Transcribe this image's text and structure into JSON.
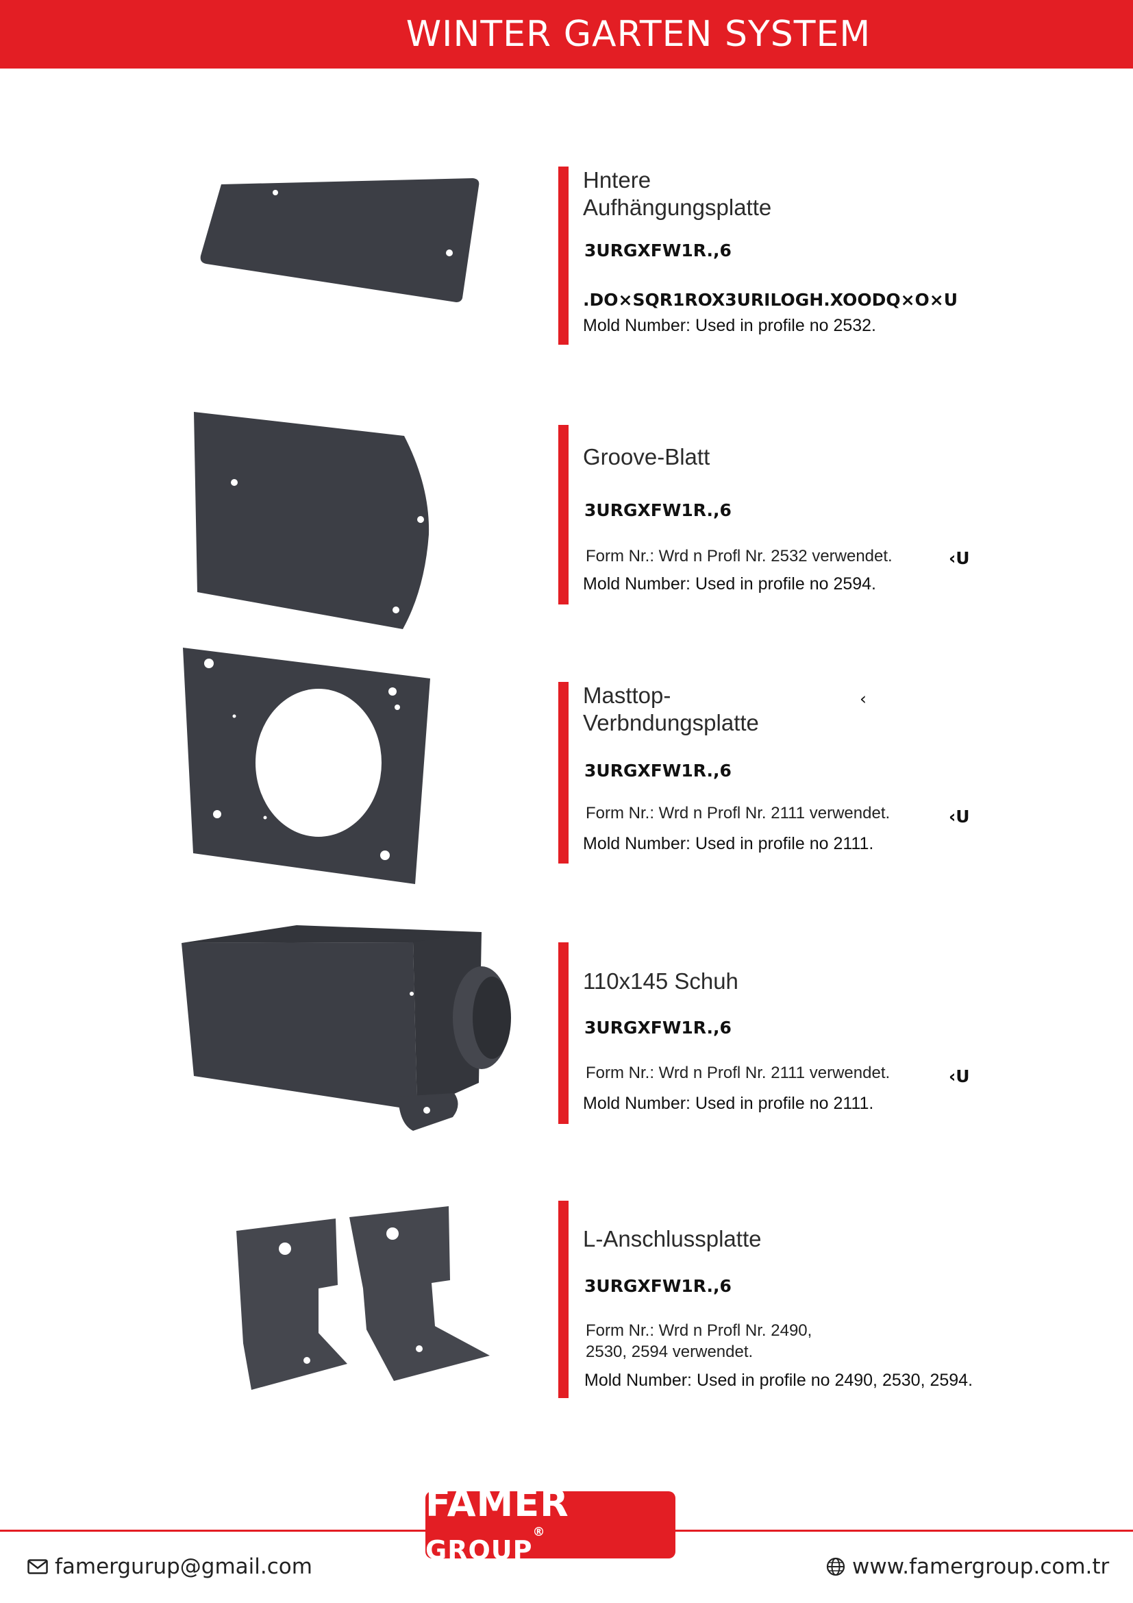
{
  "header": {
    "title": "WINTER GARTEN SYSTEM",
    "color": "#e31e24"
  },
  "products": [
    {
      "name_line1": "Hntere",
      "name_line2": "Aufhängungsplatte",
      "code": "3URGXFW1R.,6",
      "garbled": ".DO×SQR1ROX3URILOGH.XOODQ×O×U",
      "mold": "Mold Number: Used in profile no 2532.",
      "image_icon": "rear-suspension-plate"
    },
    {
      "name_line1": "Groove-Blatt",
      "code": "3URGXFW1R.,6",
      "form": "Form Nr.: Wrd n Profl Nr. 2532 verwendet.",
      "tail": "‹U",
      "mold": "Mold Number: Used in profile no 2594.",
      "image_icon": "groove-plate"
    },
    {
      "name_line1": "Masttop-",
      "name_line2": "Verbndungsplatte",
      "name_marker": "‹",
      "code": "3URGXFW1R.,6",
      "form": "Form Nr.: Wrd n Profl Nr. 2111 verwendet.",
      "tail": "‹U",
      "mold": "Mold Number: Used in profile no 2111.",
      "image_icon": "mast-top-connection-plate"
    },
    {
      "name_line1": "110x145 Schuh",
      "code": "3URGXFW1R.,6",
      "form": "Form Nr.: Wrd n Profl Nr. 2111 verwendet.",
      "tail": "‹U",
      "mold": "Mold Number: Used in profile no 2111.",
      "image_icon": "shoe-box"
    },
    {
      "name_line1": "L-Anschlussplatte",
      "code": "3URGXFW1R.,6",
      "form_line1": "Form Nr.: Wrd n Profl Nr. 2490,",
      "form_line2": "2530, 2594 verwendet.",
      "mold": "Mold Number: Used in profile no 2490, 2530, 2594.",
      "image_icon": "l-connection-plates"
    }
  ],
  "footer": {
    "logo_main": "FAMER",
    "logo_sub": "GROUP",
    "logo_mark": "®",
    "email": "famergurup@gmail.com",
    "website": "www.famergroup.com.tr",
    "email_icon": "mail-icon",
    "web_icon": "globe-icon"
  }
}
